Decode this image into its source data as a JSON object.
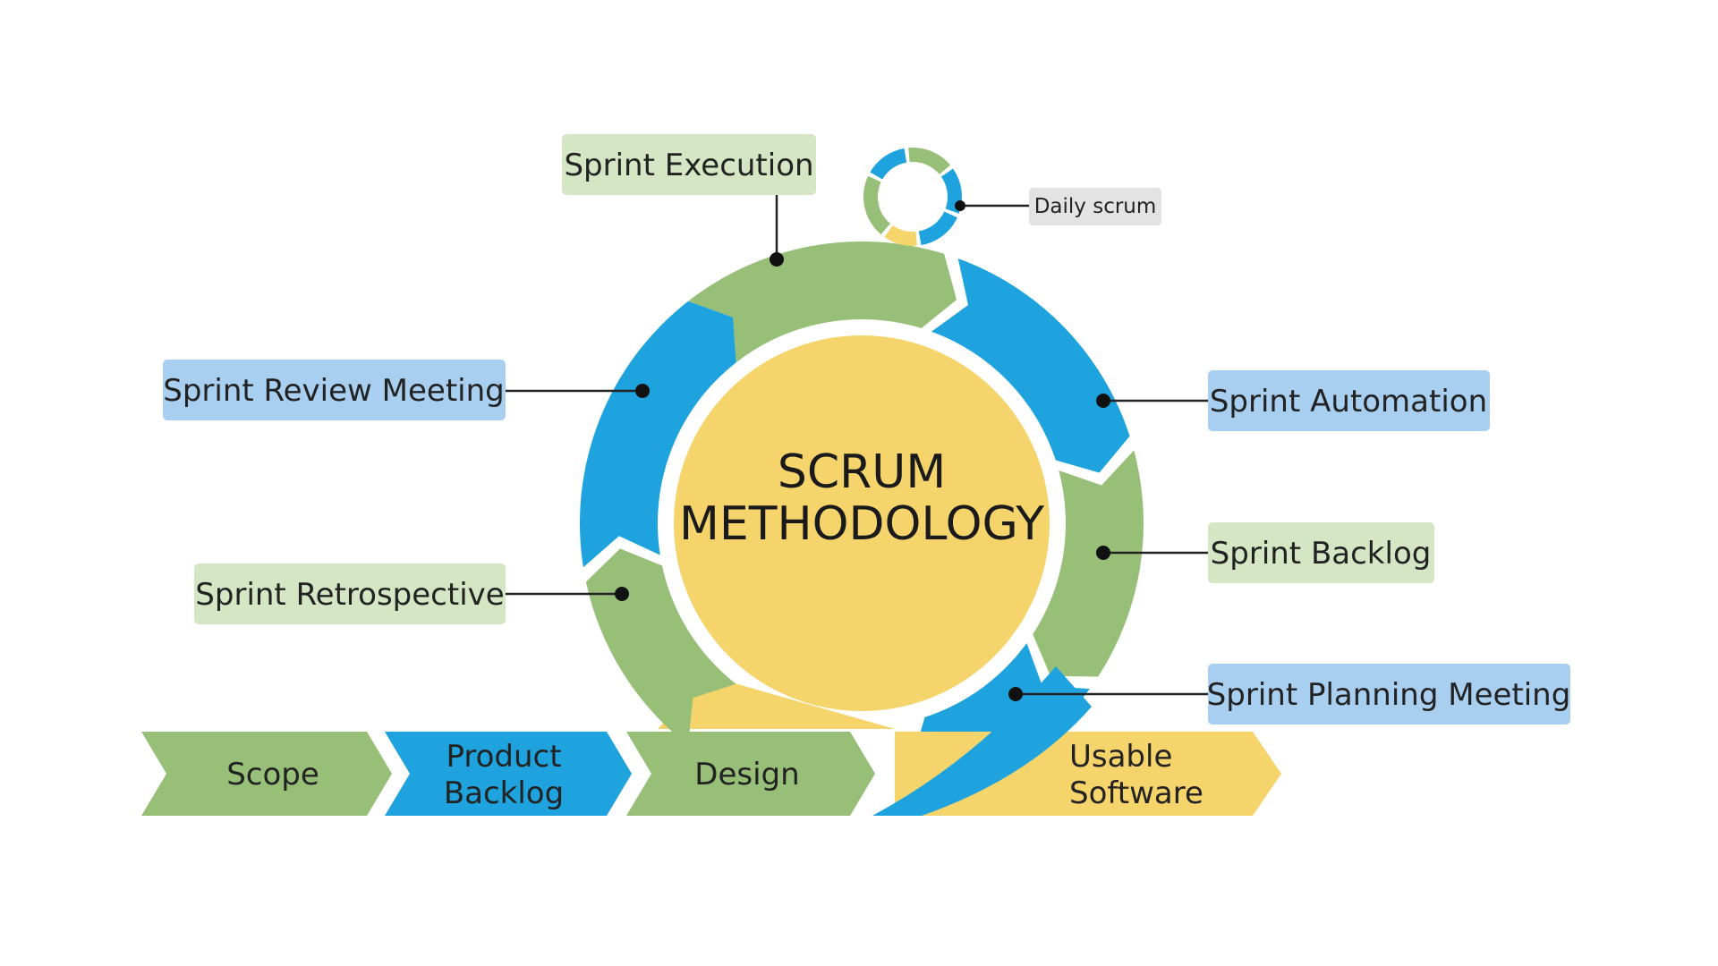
{
  "center": {
    "line1": "SCRUM",
    "line2": "METHODOLOGY"
  },
  "labels": {
    "sprint_execution": "Sprint Execution",
    "daily_scrum": "Daily scrum",
    "sprint_review_meeting": "Sprint Review Meeting",
    "sprint_automation": "Sprint Automation",
    "sprint_backlog": "Sprint Backlog",
    "sprint_retrospective": "Sprint Retrospective",
    "sprint_planning_meeting": "Sprint Planning Meeting"
  },
  "flow": {
    "scope": "Scope",
    "product_backlog_1": "Product",
    "product_backlog_2": "Backlog",
    "design": "Design",
    "usable_software_1": "Usable",
    "usable_software_2": "Software"
  },
  "colors": {
    "green": "#97bf78",
    "blue": "#1ea3df",
    "yellow": "#f5d46c",
    "green_label_bg": "#d5e6c5",
    "blue_label_bg": "#a9cff0",
    "grey_label_bg": "#e3e3e3"
  }
}
